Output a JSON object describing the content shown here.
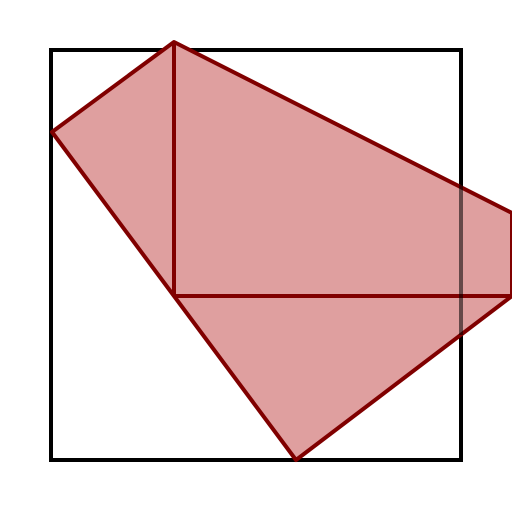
{
  "diagram": {
    "description_text": "",
    "colors": {
      "background": "#ffffff",
      "square_stroke": "#000000",
      "shape_fill": "#df9f9f",
      "shape_stroke": "#800000"
    },
    "elements": [
      "outer-square",
      "kite-shape",
      "vertical-diagonal",
      "horizontal-diagonal"
    ]
  }
}
